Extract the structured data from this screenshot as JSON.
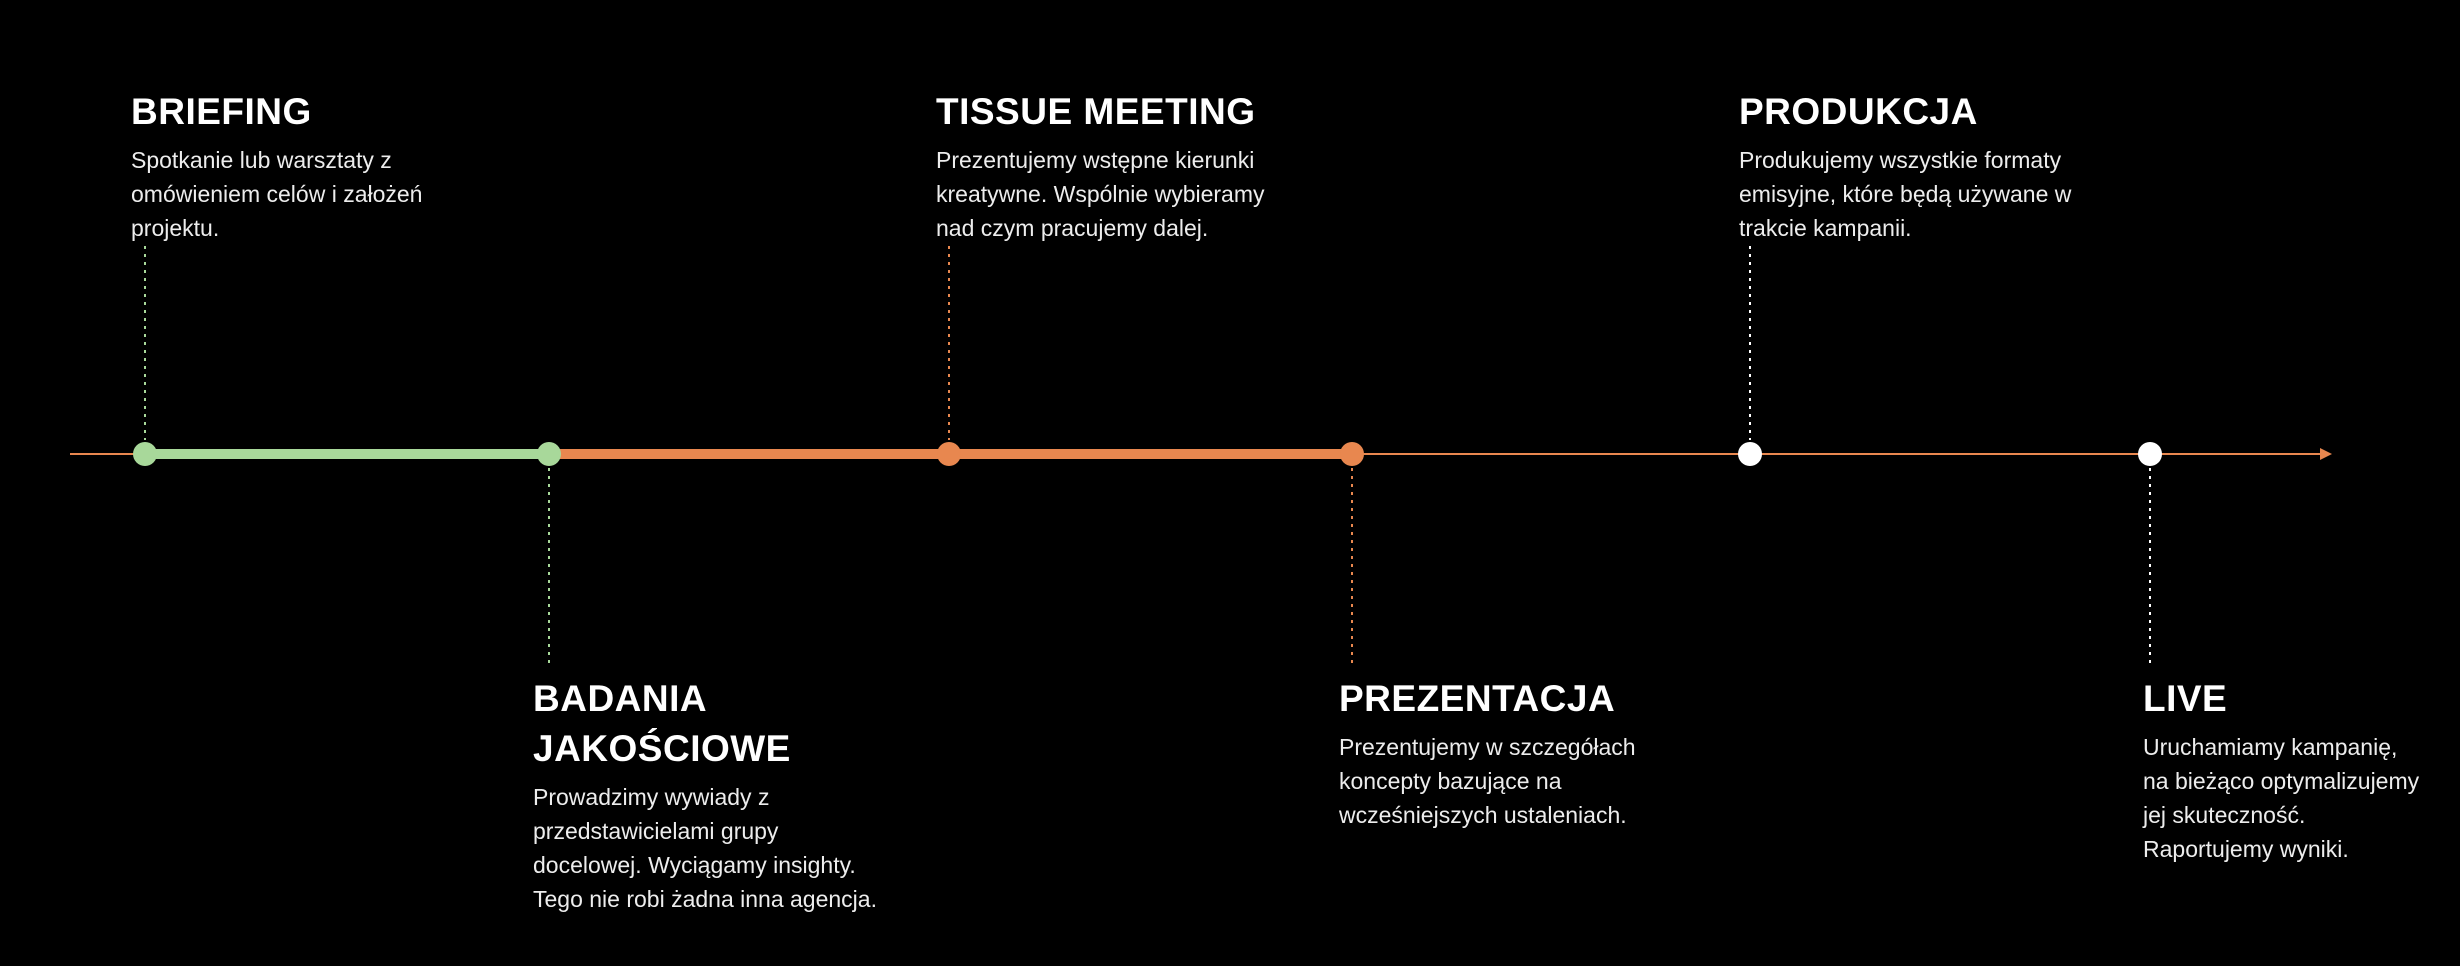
{
  "colors": {
    "background": "#000000",
    "green": "#a8d89a",
    "orange": "#e8874f",
    "white": "#ffffff"
  },
  "steps": [
    {
      "id": "briefing",
      "title": "BRIEFING",
      "title_lines": [
        "BRIEFING"
      ],
      "desc_lines": [
        "Spotkanie lub warsztaty z",
        "omówieniem celów i założeń",
        "projektu."
      ],
      "marker_color": "green",
      "connector_color": "green"
    },
    {
      "id": "badania",
      "title": "BADANIA JAKOŚCIOWE",
      "title_lines": [
        "BADANIA",
        "JAKOŚCIOWE"
      ],
      "desc_lines": [
        "Prowadzimy wywiady z",
        "przedstawicielami grupy",
        "docelowej. Wyciągamy insighty.",
        "Tego nie robi żadna inna agencja."
      ],
      "marker_color": "green",
      "connector_color": "green"
    },
    {
      "id": "tissue",
      "title": "TISSUE MEETING",
      "title_lines": [
        "TISSUE MEETING"
      ],
      "desc_lines": [
        "Prezentujemy wstępne kierunki",
        "kreatywne. Wspólnie wybieramy",
        "nad czym pracujemy dalej."
      ],
      "marker_color": "orange",
      "connector_color": "orange"
    },
    {
      "id": "prezentacja",
      "title": "PREZENTACJA",
      "title_lines": [
        "PREZENTACJA"
      ],
      "desc_lines": [
        "Prezentujemy w szczegółach",
        "koncepty bazujące na",
        "wcześniejszych ustaleniach."
      ],
      "marker_color": "orange",
      "connector_color": "orange"
    },
    {
      "id": "produkcja",
      "title": "PRODUKCJA",
      "title_lines": [
        "PRODUKCJA"
      ],
      "desc_lines": [
        "Produkujemy wszystkie formaty",
        "emisyjne, które będą używane w",
        "trakcie kampanii."
      ],
      "marker_color": "white",
      "connector_color": "white"
    },
    {
      "id": "live",
      "title": "LIVE",
      "title_lines": [
        "LIVE"
      ],
      "desc_lines": [
        "Uruchamiamy kampanię,",
        "na bieżąco optymalizujemy",
        "jej skuteczność.",
        "Raportujemy wyniki."
      ],
      "marker_color": "white",
      "connector_color": "white"
    }
  ],
  "progress_segments": [
    {
      "from_step": "briefing",
      "to_step": "badania",
      "color": "green"
    },
    {
      "from_step": "badania",
      "to_step": "prezentacja",
      "color": "orange"
    }
  ],
  "axis": {
    "color": "orange",
    "arrow": true
  }
}
